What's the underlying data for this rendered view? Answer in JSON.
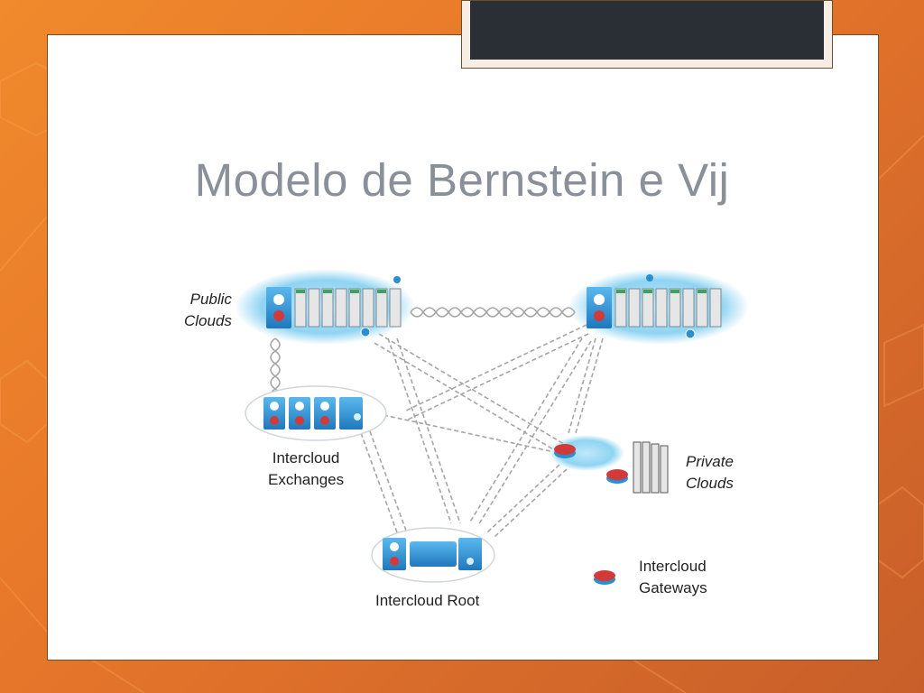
{
  "slide": {
    "title": "Modelo de Bernstein e Vij"
  },
  "diagram": {
    "labels": {
      "public_clouds_line1": "Public",
      "public_clouds_line2": "Clouds",
      "intercloud_exchanges_line1": "Intercloud",
      "intercloud_exchanges_line2": "Exchanges",
      "private_clouds_line1": "Private",
      "private_clouds_line2": "Clouds",
      "intercloud_root": "Intercloud Root",
      "intercloud_gateways_line1": "Intercloud",
      "intercloud_gateways_line2": "Gateways"
    },
    "nodes": [
      "public-cloud-left",
      "public-cloud-right",
      "intercloud-exchange",
      "intercloud-root",
      "private-cloud"
    ],
    "colors": {
      "device_blue": "#2a8fd0",
      "gateway_red": "#d23a3a",
      "link": "#9a9a9a",
      "cloud_glow": "#8fd4f2"
    }
  }
}
